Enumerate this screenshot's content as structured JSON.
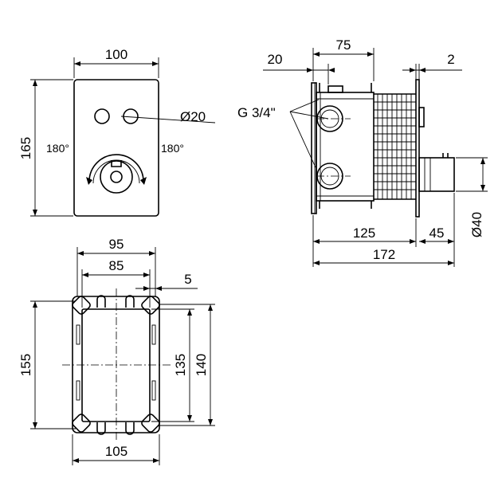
{
  "front_view": {
    "width": "100",
    "height": "165",
    "button_diameter": "Ø20",
    "rotation_left": "180°",
    "rotation_right": "180°"
  },
  "side_view": {
    "depth": "75",
    "offset": "20",
    "flange": "2",
    "thread": "G 3/4\"",
    "body_length": "125",
    "spindle_length": "45",
    "total_length": "172",
    "spindle_diameter": "Ø40"
  },
  "box_view": {
    "outer_width": "95",
    "inner_width": "85",
    "margin": "5",
    "bottom_width": "105",
    "height_outer": "155",
    "height_inner": "135",
    "height_mid": "140"
  }
}
